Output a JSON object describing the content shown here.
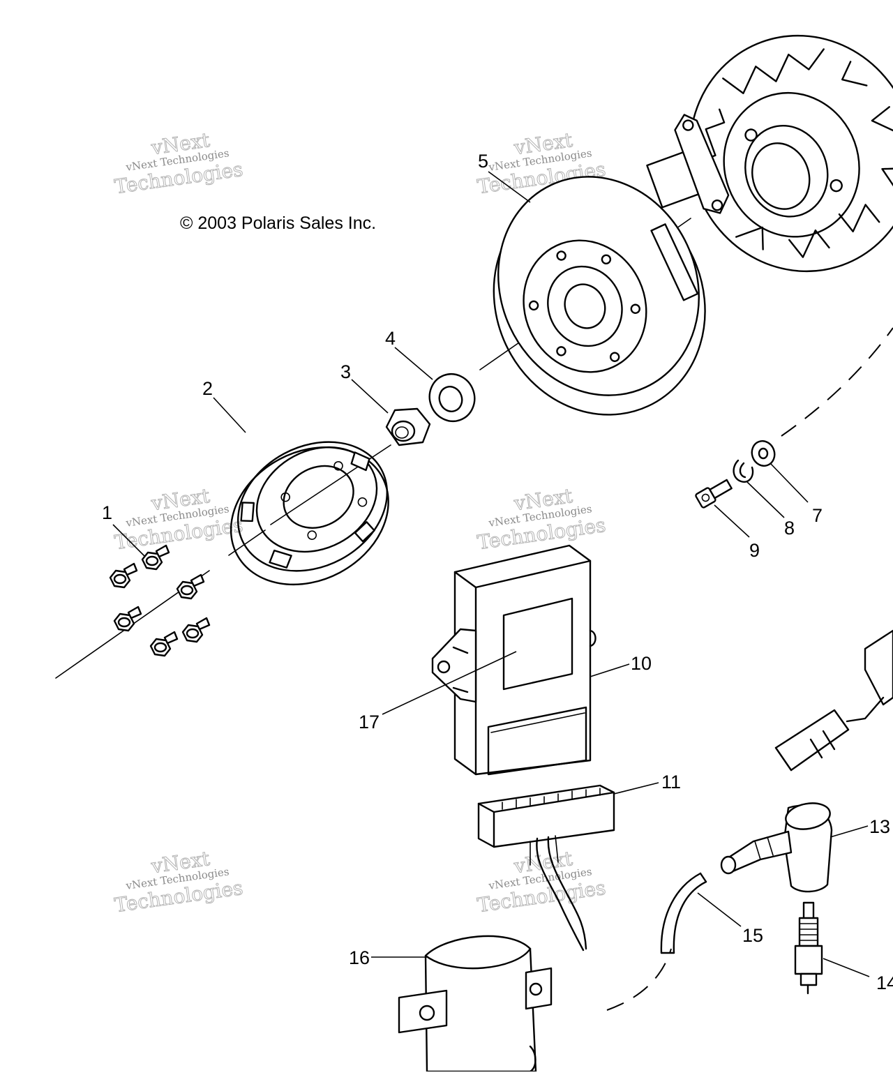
{
  "copyright": "© 2003 Polaris Sales Inc.",
  "watermark": {
    "top": "vNext",
    "line": "vNext Technologies",
    "big": "Technologies"
  },
  "callouts": [
    "1",
    "2",
    "3",
    "4",
    "5",
    "7",
    "8",
    "9",
    "10",
    "11",
    "13",
    "14",
    "15",
    "16",
    "17"
  ]
}
